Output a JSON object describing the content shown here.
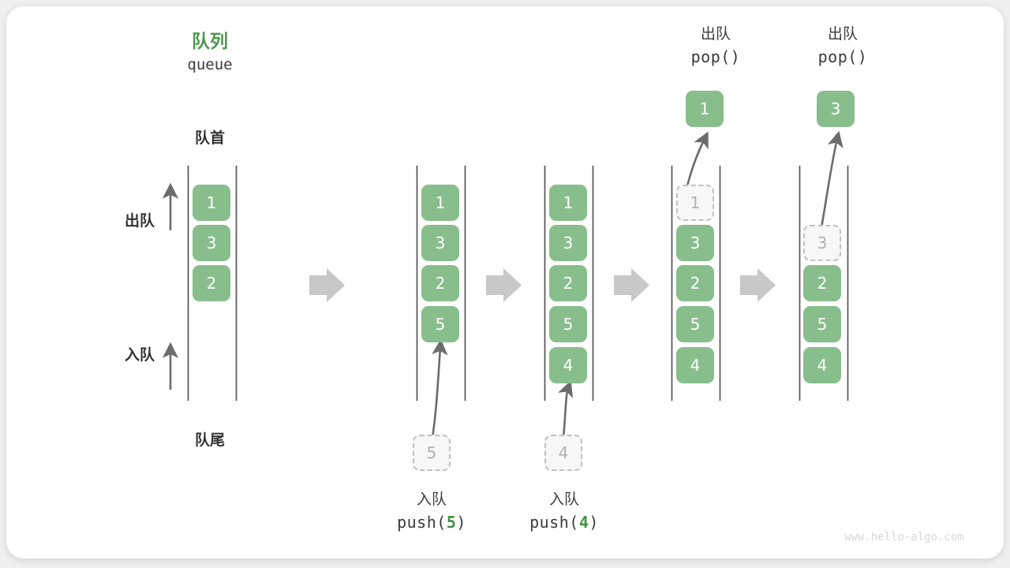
{
  "title": {
    "cn": "队列",
    "en": "queue"
  },
  "labels": {
    "head": "队首",
    "tail": "队尾",
    "dequeue": "出队",
    "enqueue": "入队"
  },
  "accent_colors": {
    "element_green": "#88be8b",
    "title_green": "#4c9a4c",
    "ghost_gray": "#b0b0b0",
    "rail_gray": "#555555",
    "flow_arrow_gray": "#c8c8c8",
    "card_white": "#ffffff",
    "page_gray": "#f0f0f0"
  },
  "columns": [
    {
      "id": "initial",
      "elements": [
        "1",
        "3",
        "2"
      ],
      "ghost": null,
      "popped": null,
      "caption_cn": null,
      "caption_code": null
    },
    {
      "id": "after-push-5",
      "elements": [
        "1",
        "3",
        "2",
        "5"
      ],
      "ghost": "5",
      "popped": null,
      "caption_cn": "入队",
      "caption_code_prefix": "push(",
      "caption_code_arg": "5",
      "caption_code_suffix": ")"
    },
    {
      "id": "after-push-4",
      "elements": [
        "1",
        "3",
        "2",
        "5",
        "4"
      ],
      "ghost": "4",
      "popped": null,
      "caption_cn": "入队",
      "caption_code_prefix": "push(",
      "caption_code_arg": "4",
      "caption_code_suffix": ")"
    },
    {
      "id": "after-pop-1",
      "elements": [
        "3",
        "2",
        "5",
        "4"
      ],
      "ghost_top": "1",
      "popped": "1",
      "caption_cn": "出队",
      "caption_code": "pop()"
    },
    {
      "id": "after-pop-3",
      "elements": [
        "2",
        "5",
        "4"
      ],
      "ghost_top": "3",
      "popped": "3",
      "caption_cn": "出队",
      "caption_code": "pop()"
    }
  ],
  "flow_arrows": [
    "arrow-1",
    "arrow-2",
    "arrow-3",
    "arrow-4"
  ],
  "watermark": "www.hello-algo.com"
}
